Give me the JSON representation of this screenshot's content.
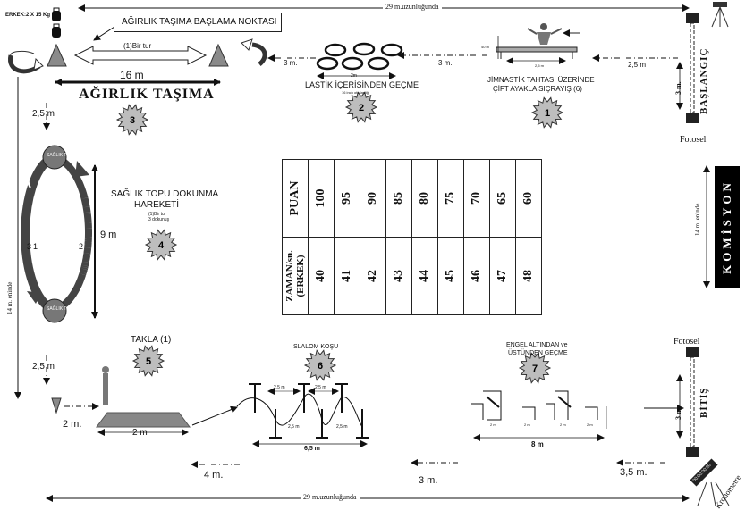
{
  "weight_note": "ERKEK:2 X 15 Kg",
  "start_point": "AĞIRLIK TAŞIMA BAŞLAMA NOKTASI",
  "distance_top": "29 m.uzunluğunda",
  "distance_bottom": "29 m.uzunluğunda",
  "weight_carry": {
    "lap": "(1)Bir tur",
    "length": "16  m",
    "title": "AĞIRLIK TAŞIMA",
    "number": "3"
  },
  "tire": {
    "title": "LASTİK İÇERİSİNDEN GEÇME",
    "sub": "16 inch oto lastiği",
    "width": "2m",
    "number": "2"
  },
  "gym_board": {
    "title1": "JİMNASTİK TAHTASI ÜZERİNDE",
    "title2": "ÇİFT AYAKLA SIÇRAYIŞ (6)",
    "height": "40 m",
    "length": "2,5 m",
    "number": "1"
  },
  "gaps": {
    "g1": "3 m.",
    "g2": "3 m.",
    "g3": "2,5 m",
    "g4": "2,5 m",
    "g5": "2,5 m",
    "g6": "2 m.",
    "g7": "4 m.",
    "g8": "3 m.",
    "g9": "3,5 m."
  },
  "start_label": "BAŞLANGIÇ",
  "start_len": "3 m.",
  "finish_label": "BİTİŞ",
  "finish_len": "3 m.",
  "photocell_1": "Fotosel",
  "photocell_2": "Fotosel",
  "side_width_right": "14 m. eninde",
  "side_width_left": "14 m. eninde",
  "health_ball": {
    "title1": "SAĞLIK TOPU DOKUNMA",
    "title2": "HAREKETİ",
    "lap": "(1)Bir tur",
    "touch": "3 dokunuş",
    "height": "9  m",
    "ball": "SAĞLIK TOPU",
    "n1": "1",
    "n2": "2",
    "n3": "3",
    "number": "4"
  },
  "table": {
    "puan_label": "PUAN",
    "time_label": "ZAMAN/sn. (ERKEK)",
    "puan": [
      "100",
      "95",
      "90",
      "85",
      "80",
      "75",
      "70",
      "65",
      "60"
    ],
    "time": [
      "40",
      "41",
      "42",
      "43",
      "44",
      "45",
      "46",
      "47",
      "48"
    ]
  },
  "komisyon": "KOMİSYON",
  "somersault": {
    "title": "TAKLA (1)",
    "length": "2 m",
    "number": "5"
  },
  "slalom": {
    "title": "SLALOM KOŞU",
    "a": "2,5 m",
    "b": "2,5 m",
    "c": "2,5 m",
    "d": "2,5 m",
    "total": "6,5 m",
    "number": "6"
  },
  "hurdle": {
    "title1": "ENGEL ALTINDAN ve",
    "title2": "ÜSTÜNDEN GEÇME",
    "total": "8 m",
    "s": "2 m",
    "number": "7"
  },
  "chronometer": "Kronometre",
  "chrono_display": "00:00:00:00"
}
